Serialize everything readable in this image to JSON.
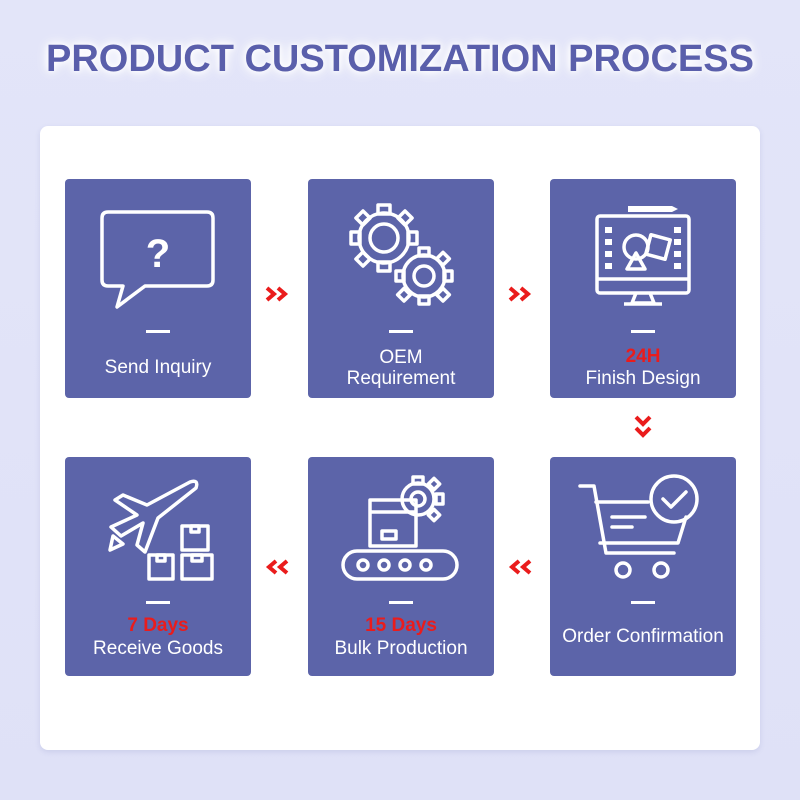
{
  "title": "PRODUCT CUSTOMIZATION PROCESS",
  "colors": {
    "card": "#5c64a9",
    "title": "#5a5fab",
    "accent": "#ea1c1c",
    "background": "#e1e3f8"
  },
  "steps": [
    {
      "icon": "question-bubble-icon",
      "label_lines": [
        "Send Inquiry"
      ]
    },
    {
      "icon": "gears-icon",
      "label_lines": [
        "OEM",
        "Requirement"
      ]
    },
    {
      "icon": "design-monitor-icon",
      "highlight": "24H",
      "label_lines": [
        "Finish Design"
      ]
    },
    {
      "icon": "shopping-cart-check-icon",
      "label_lines": [
        "Order Confirmation"
      ]
    },
    {
      "icon": "conveyor-gear-icon",
      "highlight": "15 Days",
      "label_lines": [
        "Bulk Production"
      ]
    },
    {
      "icon": "airplane-boxes-icon",
      "highlight": "7 Days",
      "label_lines": [
        "Receive Goods"
      ]
    }
  ],
  "connectors": {
    "right": "»",
    "down": "⌄",
    "left": "«"
  }
}
